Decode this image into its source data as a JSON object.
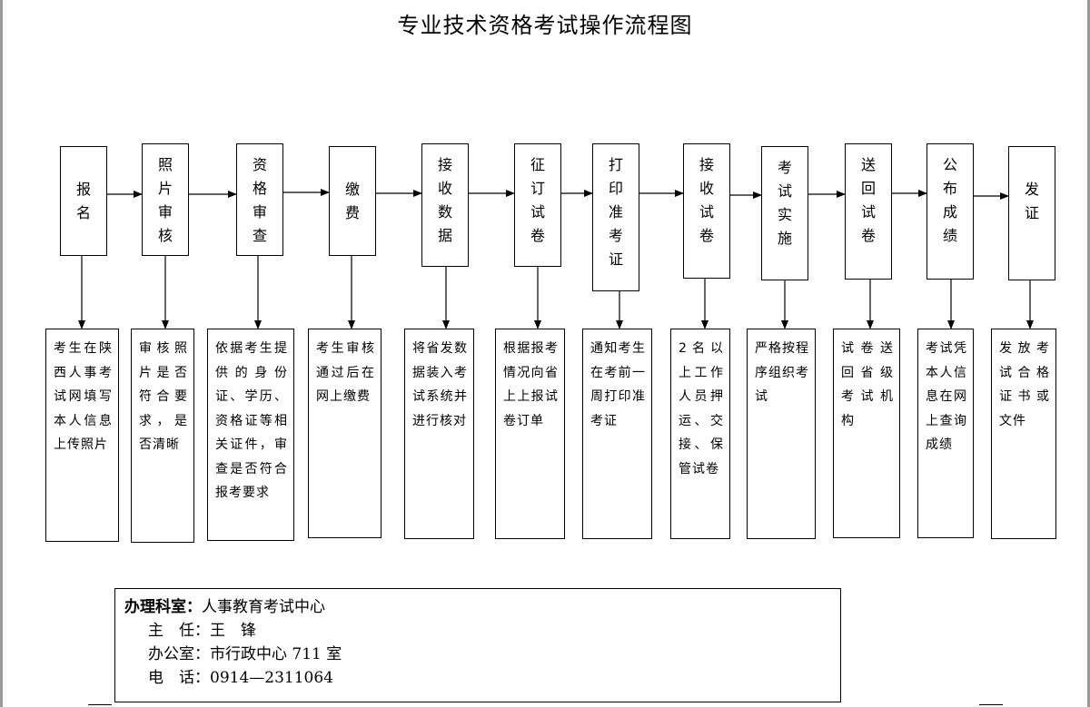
{
  "title": "专业技术资格考试操作流程图",
  "steps": [
    {
      "label": "报\n名",
      "desc": "考生在陕西人事考试网填写本人信息上传照片"
    },
    {
      "label": "照\n片\n审\n核",
      "desc": "审核照片是否符合要求，是否清晰"
    },
    {
      "label": "资\n格\n审\n查",
      "desc": "依据考生提供的身份证、学历、资格证等相关证件，审查是否符合报考要求"
    },
    {
      "label": "缴\n费",
      "desc": "考生审核通过后在网上缴费"
    },
    {
      "label": "接\n收\n数\n据",
      "desc": "将省发数据装入考试系统并进行核对"
    },
    {
      "label": "征\n订\n试\n卷",
      "desc": "根据报考情况向省上上报试卷订单"
    },
    {
      "label": "打\n印\n准\n考\n证",
      "desc": "通知考生在考前一周打印准考证"
    },
    {
      "label": "接\n收\n试\n卷",
      "desc": "2名以上工作人员押运、交接、保管试卷"
    },
    {
      "label": "考\n试\n实\n施",
      "desc": "严格按程序组织考试"
    },
    {
      "label": "送\n回\n试\n卷",
      "desc": "试卷送回省级考试机构"
    },
    {
      "label": "公\n布\n成\n绩",
      "desc": "考试凭本人信息在网上查询成绩"
    },
    {
      "label": "发\n证",
      "desc": "发放考试合格证书或文件"
    }
  ],
  "office": {
    "heading_label": "办理科室：",
    "heading_value": "人事教育考试中心",
    "director_label": "主　任：",
    "director_value": "王　锋",
    "room_label": "办公室：",
    "room_value": "市行政中心 711 室",
    "phone_label": "电　话：",
    "phone_value": "0914—2311064"
  }
}
